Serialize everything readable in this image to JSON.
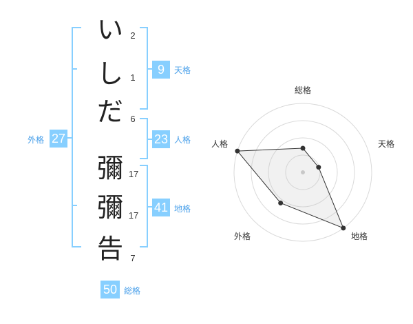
{
  "name_chars": [
    {
      "char": "い",
      "strokes": "2"
    },
    {
      "char": "し",
      "strokes": "1"
    },
    {
      "char": "だ",
      "strokes": "6"
    },
    {
      "char": "彌",
      "strokes": "17"
    },
    {
      "char": "彌",
      "strokes": "17"
    },
    {
      "char": "告",
      "strokes": "7"
    }
  ],
  "fortunes": {
    "tenkaku": {
      "label": "天格",
      "value": "9"
    },
    "jinkaku": {
      "label": "人格",
      "value": "23"
    },
    "chikaku": {
      "label": "地格",
      "value": "41"
    },
    "gaikaku": {
      "label": "外格",
      "value": "27"
    },
    "soukaku": {
      "label": "総格",
      "value": "50"
    }
  },
  "colors": {
    "accent": "#87cfff",
    "accent_text": "#4aa0ea",
    "text": "#222222"
  },
  "chart_data": {
    "type": "radar",
    "axes": [
      "総格",
      "天格",
      "地格",
      "外格",
      "人格"
    ],
    "values": [
      0.35,
      0.24,
      1.0,
      0.55,
      1.0
    ],
    "max": 1.0,
    "rings": 4,
    "grid": true
  }
}
